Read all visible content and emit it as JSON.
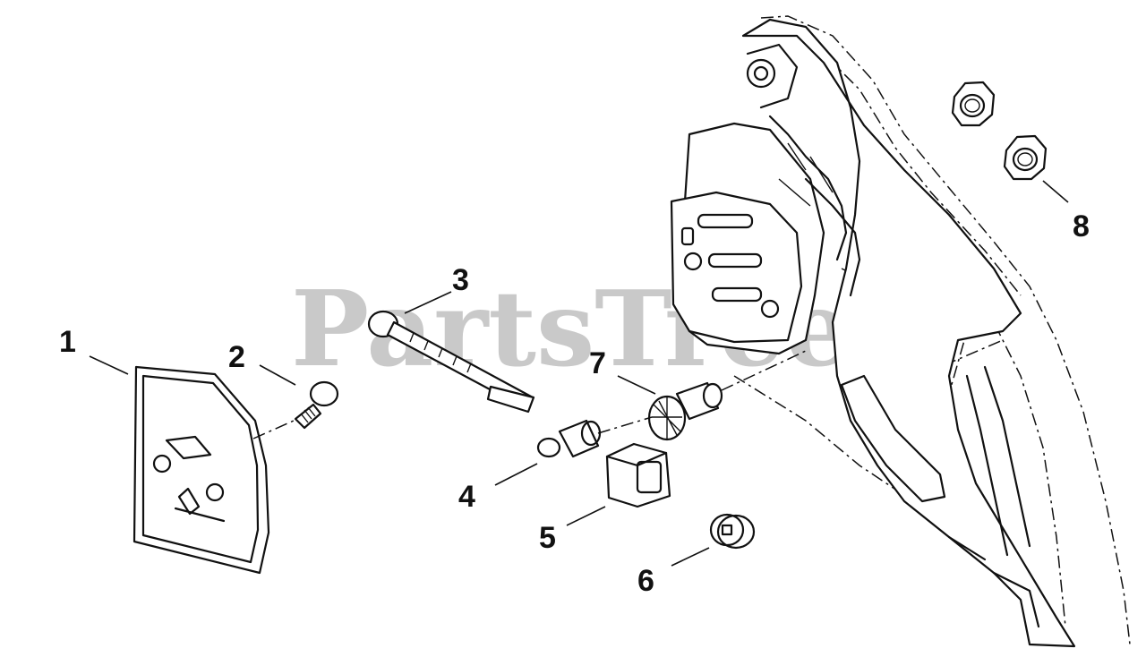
{
  "watermark": "PartsTree",
  "callouts": [
    "1",
    "2",
    "3",
    "4",
    "5",
    "6",
    "7",
    "8"
  ]
}
